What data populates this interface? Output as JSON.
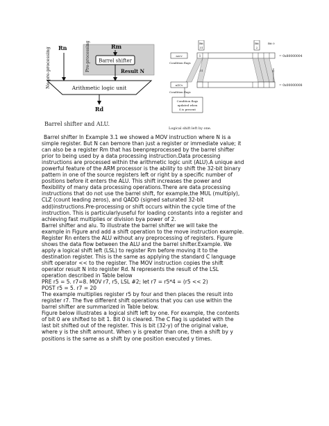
{
  "figure_left": {
    "rn": "Rn",
    "rm": "Rm",
    "no_preprocessing": "No pre-processing",
    "pre_processing": "Pre-processing",
    "barrel_shifter": "Barrel shifter",
    "result_n": "Result N",
    "alu": "Arithmetic logic unit",
    "rd": "Rd",
    "caption": "Barrel shifter and ALU."
  },
  "figure_right": {
    "bit31": "Bit 31",
    "bit2": "Bit 2",
    "bit0": "Bit 0",
    "nzcv": "nzcv",
    "nzcv2": "nZCv",
    "condition_flags": "Condition flags",
    "condition_flags2": "Condition flags",
    "hex_a": "= 0x80000004",
    "hex_b": "= 0x00000008",
    "bit_one": "1",
    "bit_zero": "0",
    "note1": "Condition flags",
    "note2": "updated when",
    "note3": "S is present",
    "caption": "Logical shift left by one."
  },
  "body": {
    "lines": [
      "Barrel shifter In Example 3.1 we showed a MOV instruction where N is a",
      "simple register. But N can bemore than just a register or immediate value; it",
      "can also be a register Rm that has beenpreprocessed by the barrel shifter",
      "prior to being used by a data processing instruction.Data processing",
      "instructions are processed within the arithmetic logic unit (ALU).A unique and",
      "powerful feature of the ARM processor is the ability to shift the 32-bit binary",
      "pattern in one of the source registers left or right by a specific number of",
      "positions before it enters the ALU. This shift increases the power and",
      "flexibility of many data processing operations.There are data processing",
      "instructions that do not use the barrel shift, for example,the MUL (multiply),",
      "CLZ (count leading zeros), and QADD (signed saturated 32-bit",
      "add)instructions.Pre-processing or shift occurs within the cycle time of the",
      "instruction. This is particularlyuseful for loading constants into a register and",
      "achieving fast multiplies or division bya power of 2.",
      "Barrel shifter and alu.     To illustrate the barrel shifter we will take the",
      "example in Figure and add a shift operation to the move instruction example.",
      "Register Rn enters the ALU without any preprocessing of registers. Figure",
      "shows the data flow between the ALU and the barrel shifter.Example.  We",
      "apply a logical shift left (LSL) to register Rm before moving it to the",
      "destination register. This is the same as applying the standard C language",
      "shift operator << to the register. The MOV instruction copies the shift",
      "operator result N into register Rd. N represents the result of the LSL",
      "operation described in Table below",
      "PRE r5 = 5.      r7=8.   MOV r7, r5, LSL #2; let r7 = r5*4 = (r5 << 2)",
      "POST r5 = 5.       r7 = 20",
      "The example multiplies register r5 by four and then places the result into",
      "register r7. The five different shift operations that you can use within the",
      "barrel shifter are summarized in Table below.",
      "Figure below illustrates a logical shift left by one. For example, the contents",
      "of bit 0 are shifted to bit 1. Bit 0 is cleared. The C flag is updated with the",
      "last bit shifted out of the register. This is bit (32-y) of the original value,",
      "where y is the shift amount. When y is greater than one, then a shift by y",
      "positions is the same as a shift by one position executed y times."
    ]
  }
}
